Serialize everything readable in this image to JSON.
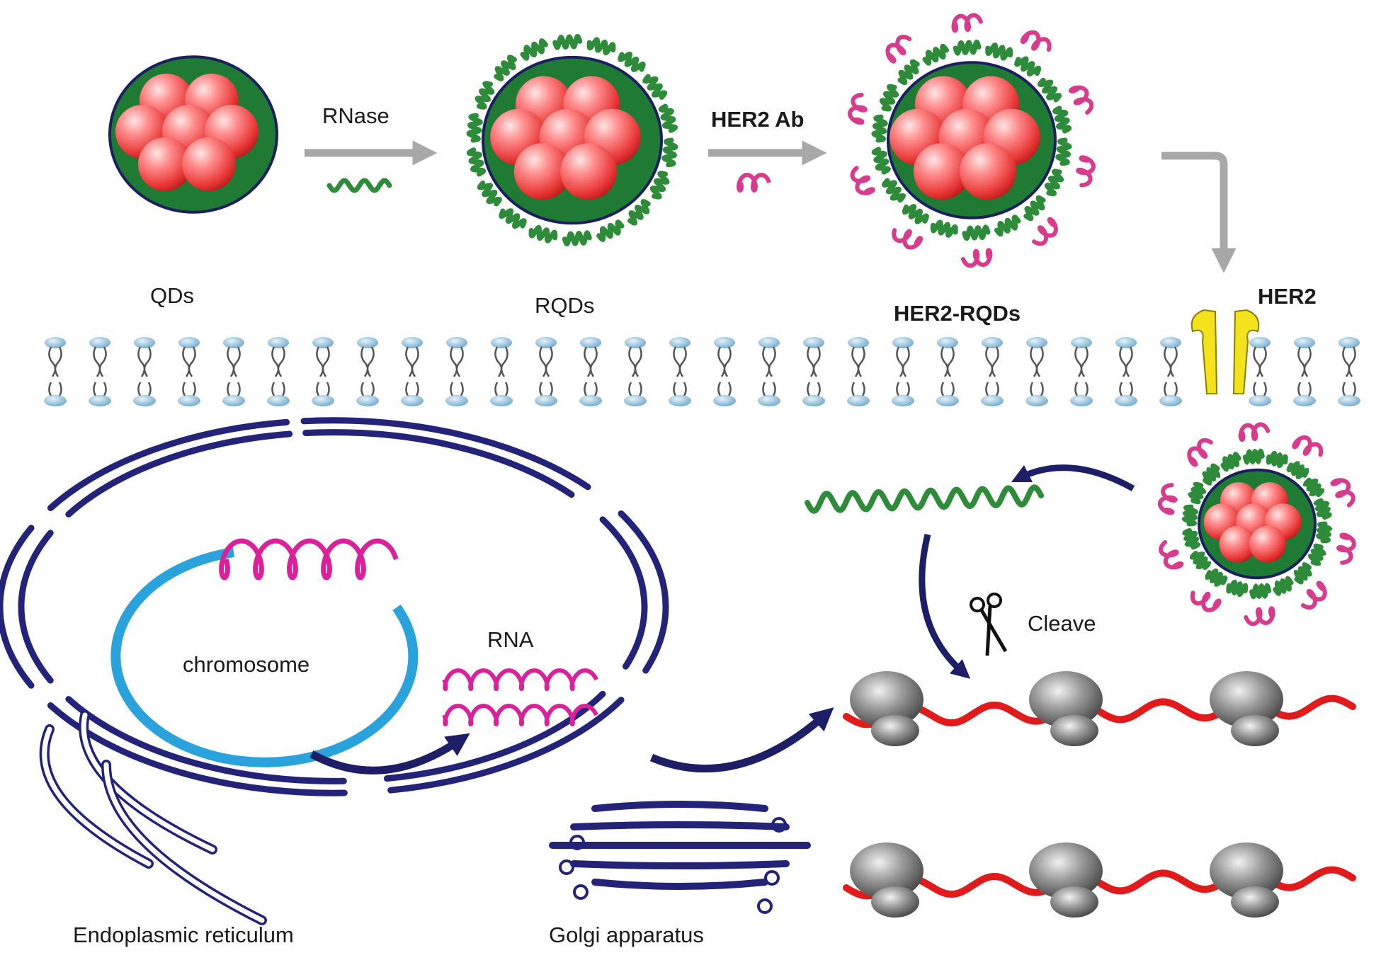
{
  "labels": {
    "qds": "QDs",
    "rnase": "RNase",
    "rqds": "RQDs",
    "her2_ab": "HER2 Ab",
    "her2_rqds": "HER2-RQDs",
    "her2": "HER2",
    "chromosome": "chromosome",
    "rna": "RNA",
    "cleave": "Cleave",
    "endoplasmic_reticulum": "Endoplasmic reticulum",
    "golgi_apparatus": "Golgi apparatus"
  },
  "colors": {
    "shell_green": "#1f7a34",
    "shell_border": "#1b1f5e",
    "core_red": "#f04848",
    "peptide_green": "#2e8b3a",
    "antibody_pink": "#d83a8c",
    "membrane_blue": "#8ec0de",
    "receptor_yellow": "#f4e21c",
    "organelle_navy": "#23237a",
    "chromosome_blue": "#2aa2dc",
    "rna_magenta": "#d8219a",
    "mrna_red": "#e11b1b",
    "arrow_gray": "#a8a8a8"
  }
}
